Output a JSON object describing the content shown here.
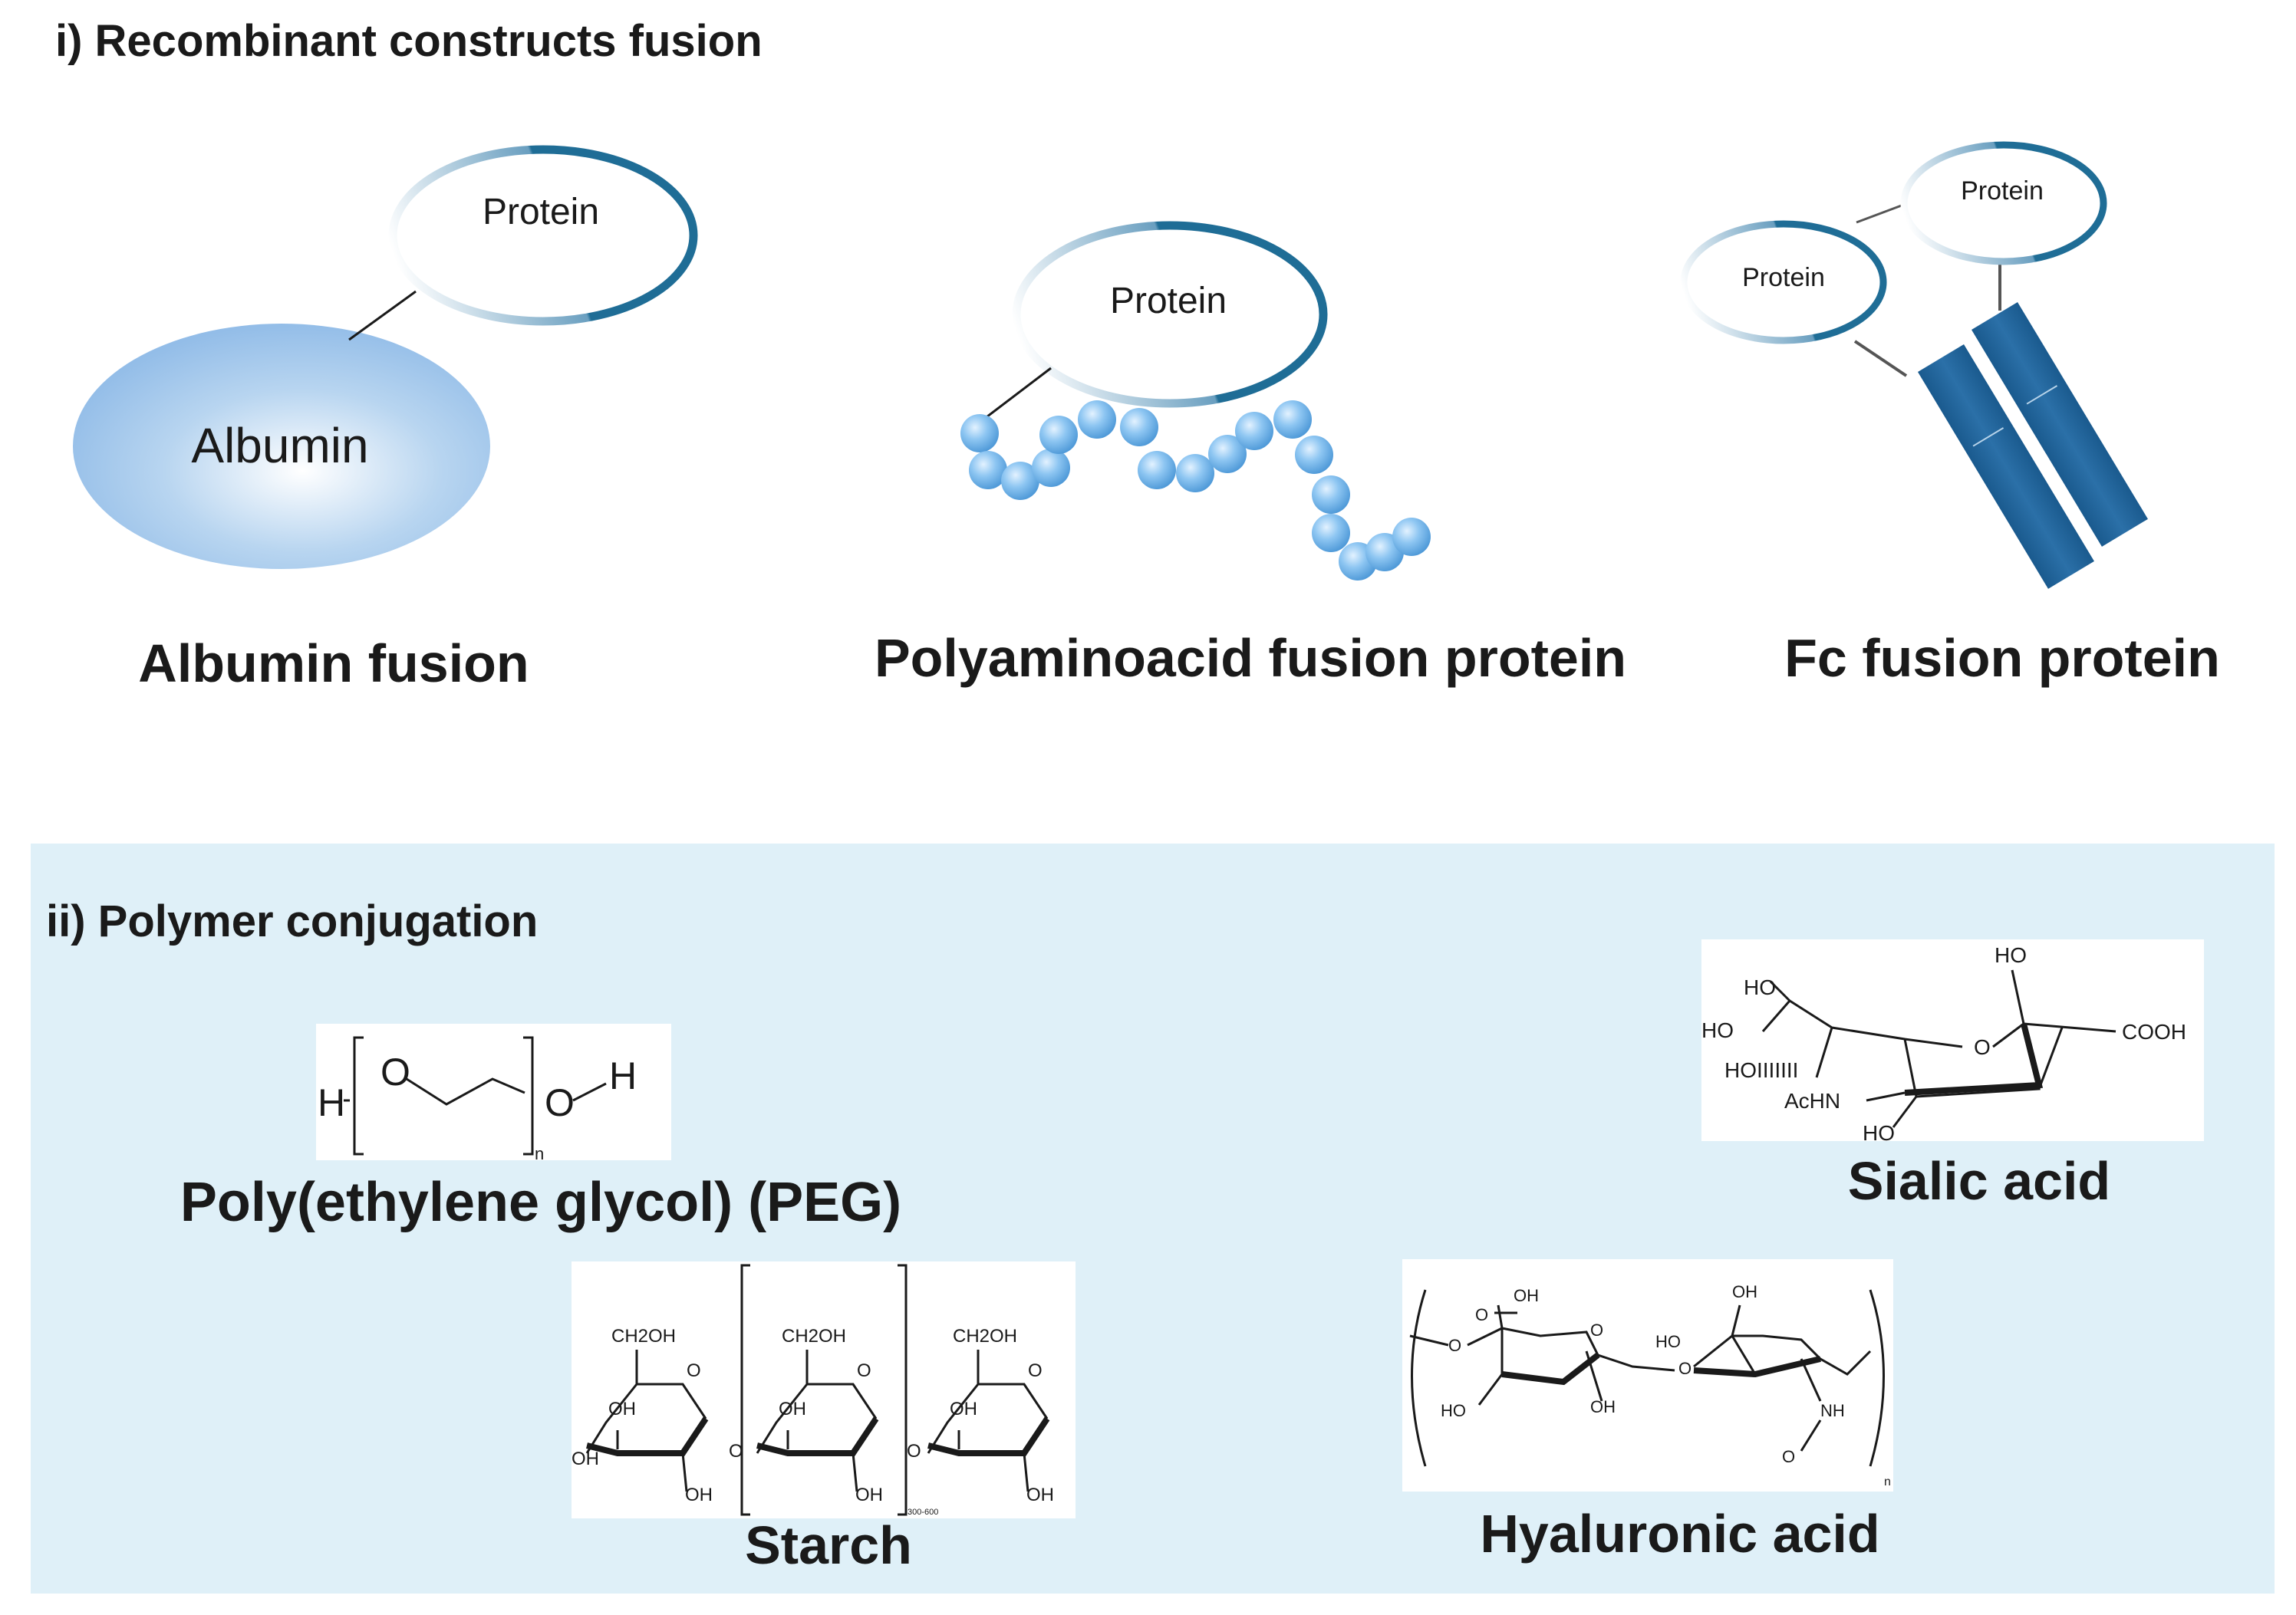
{
  "section1": {
    "title": "i) Recombinant constructs fusion",
    "albumin": {
      "protein_label": "Protein",
      "albumin_label": "Albumin",
      "caption": "Albumin fusion"
    },
    "polyaminoacid": {
      "protein_label": "Protein",
      "caption": "Polyaminoacid fusion protein"
    },
    "fc": {
      "protein_label_left": "Protein",
      "protein_label_right": "Protein",
      "caption": "Fc fusion protein"
    }
  },
  "section2": {
    "title": "ii) Polymer conjugation",
    "peg": {
      "caption": "Poly(ethylene glycol) (PEG)",
      "atom_h_left": "H",
      "atom_o1": "O",
      "atom_o2": "O",
      "atom_h_right": "H",
      "subscript": "n"
    },
    "sialic": {
      "caption": "Sialic acid",
      "labels": [
        "HO",
        "HO",
        "HO",
        "HOIIIIIII",
        "AcHN",
        "HO",
        "O",
        "COOH"
      ]
    },
    "starch": {
      "caption": "Starch",
      "ch2oh": "CH2OH",
      "oh": "OH",
      "o": "O",
      "repeat": "300-600"
    },
    "hyaluronic": {
      "caption": "Hyaluronic acid",
      "labels": [
        "OH",
        "O",
        "O",
        "OH",
        "HO",
        "OH",
        "HO",
        "O",
        "O",
        "NH",
        "O",
        "n"
      ]
    }
  },
  "colors": {
    "ring_dark": "#1f6d96",
    "albumin": "#9cc4ea",
    "beads": "#76b6ea",
    "fc_bar": "#1f5f94",
    "panel_bg": "#dff0f8"
  }
}
